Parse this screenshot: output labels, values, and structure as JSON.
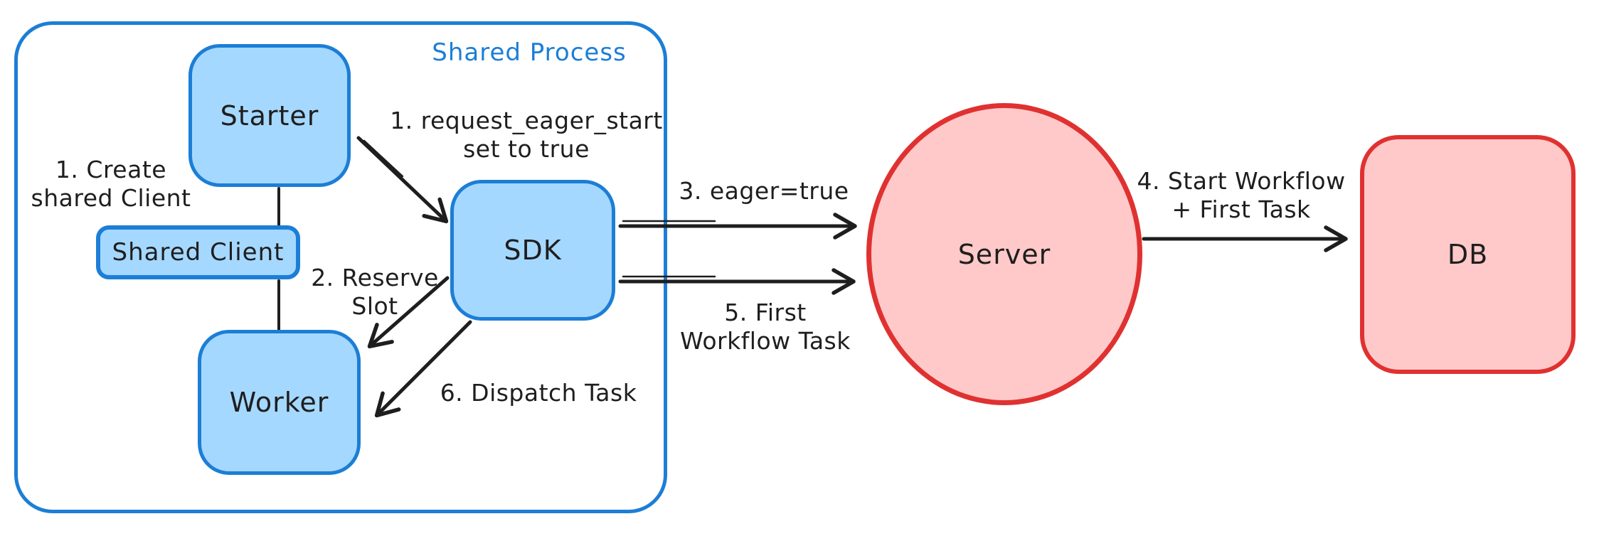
{
  "colors": {
    "blue_stroke": "#1c7ed6",
    "blue_fill": "#a5d8ff",
    "red_stroke": "#e03131",
    "red_fill": "#ffc9c9",
    "ink": "#1e1e1e",
    "canvas_bg": "#ffffff"
  },
  "container": {
    "label": "Shared Process"
  },
  "nodes": {
    "starter": {
      "label": "Starter"
    },
    "shared_client": {
      "label": "Shared Client"
    },
    "worker": {
      "label": "Worker"
    },
    "sdk": {
      "label": "SDK"
    },
    "server": {
      "label": "Server"
    },
    "db": {
      "label": "DB"
    }
  },
  "annotations": {
    "create_shared_client": "1. Create\nshared Client",
    "request_eager_start": "1. request_eager_start\nset to true",
    "reserve_slot": "2. Reserve\nSlot",
    "dispatch_task": "6. Dispatch Task",
    "eager_true": "3. eager=true",
    "first_workflow_task": "5. First\nWorkflow Task",
    "start_workflow_first_task": "4. Start Workflow\n+ First Task"
  }
}
